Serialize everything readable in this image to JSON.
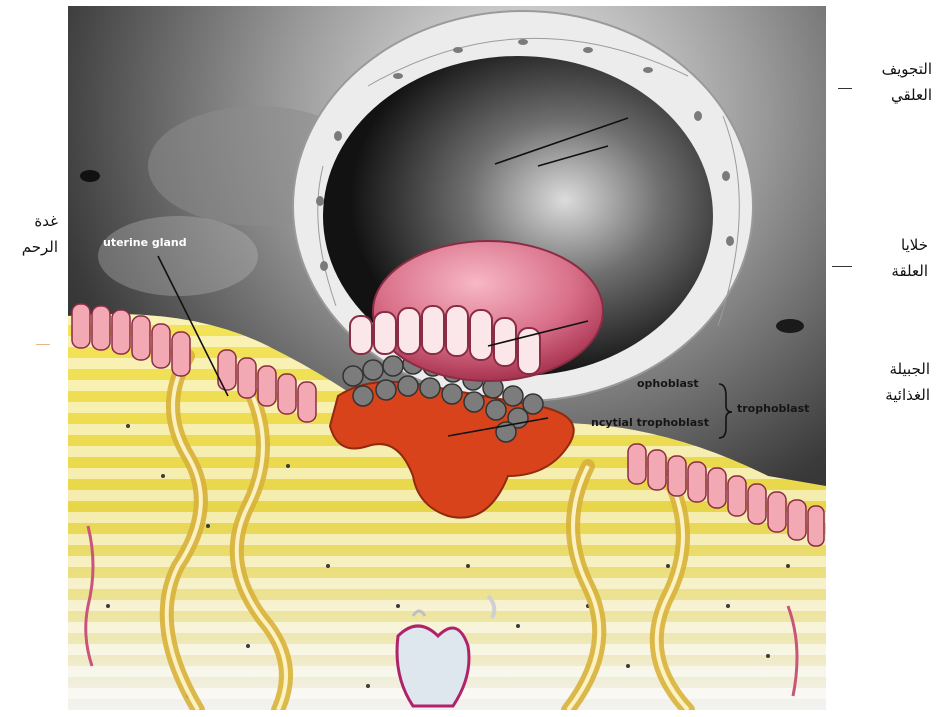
{
  "labels_ar": {
    "amniotic_cavity": [
      "التجويف",
      "العلقي"
    ],
    "uterine_gland": [
      "غدة",
      "الرحم"
    ],
    "embryo_cells": [
      "خلايا",
      "العلقة"
    ],
    "trophoblast": [
      "الجبيلة",
      "الغذائية"
    ]
  },
  "labels_en": {
    "uterine_gland": "uterine gland",
    "cytotrophoblast": "ophoblast",
    "syncytial_trophoblast": "ncytial trophoblast",
    "trophoblast": "trophoblast"
  },
  "colors": {
    "background_dark": "#2b2b2b",
    "endometrium_yellow": "#e8d64a",
    "syncytio_red": "#d8431c",
    "cyto_grey": "#7c7c7c",
    "embryo_pink": "#d9708a",
    "epithelium_pink": "#f2a9b4",
    "shell_white": "#ececec"
  }
}
